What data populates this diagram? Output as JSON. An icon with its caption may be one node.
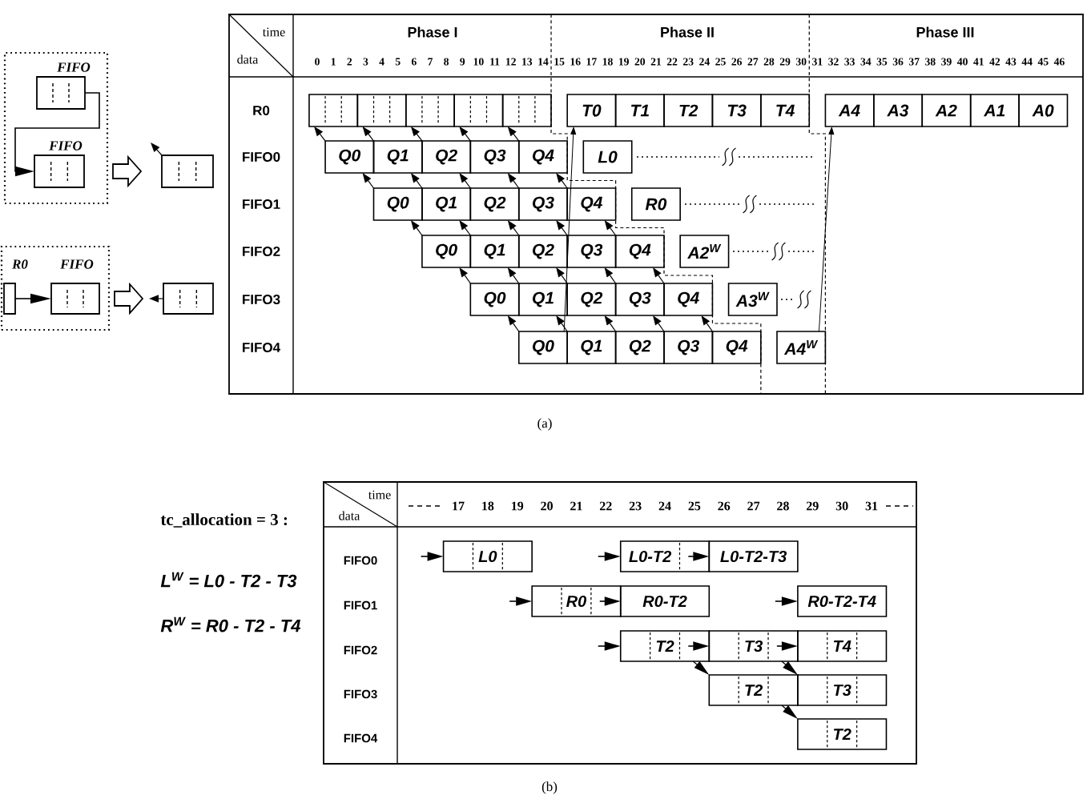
{
  "diagram": {
    "nodes": [
      {
        "text": [],
        "shape": "box"
      },
      {
        "text": [
          "FIFO"
        ],
        "in": 0
      },
      {
        "text": [
          "FIFO"
        ],
        "in": 0
      },
      {
        "text": [],
        "shape": "box"
      },
      {
        "text": [],
        "shape": "box"
      },
      {
        "text": [
          "R0"
        ],
        "in": 4
      },
      {
        "text": [
          "FIFO"
        ],
        "in": 4
      },
      {
        "text": [],
        "shape": "box"
      },
      {
        "text": [],
        "shape": "box"
      },
      {
        "text": [],
        "shape": "box"
      },
      {
        "text": [],
        "shape": "box"
      },
      {
        "text": [],
        "shape": "box"
      },
      {
        "text": [],
        "shape": "box"
      },
      {
        "text": [
          "T0"
        ]
      },
      {
        "text": [
          "T1"
        ]
      },
      {
        "text": [
          "T2"
        ]
      },
      {
        "text": [
          "T3"
        ]
      },
      {
        "text": [
          "T4"
        ]
      },
      {
        "text": [
          "A4"
        ]
      },
      {
        "text": [
          "A3"
        ]
      },
      {
        "text": [
          "A2"
        ]
      },
      {
        "text": [
          "A1"
        ]
      },
      {
        "text": [
          "A0"
        ]
      },
      {
        "text": [
          "Q0"
        ]
      },
      {
        "text": [
          "Q1"
        ]
      },
      {
        "text": [
          "Q2"
        ]
      },
      {
        "text": [
          "Q3"
        ]
      },
      {
        "text": [
          "Q4"
        ]
      },
      {
        "text": [
          "L0"
        ]
      },
      {
        "text": [
          "Q0"
        ]
      },
      {
        "text": [
          "Q1"
        ]
      },
      {
        "text": [
          "Q2"
        ]
      },
      {
        "text": [
          "Q3"
        ]
      },
      {
        "text": [
          "Q4"
        ]
      },
      {
        "text": [
          "R0"
        ]
      },
      {
        "text": [
          "Q0"
        ]
      },
      {
        "text": [
          "Q1"
        ]
      },
      {
        "text": [
          "Q2"
        ]
      },
      {
        "text": [
          "Q3"
        ]
      },
      {
        "text": [
          "Q4"
        ]
      },
      {
        "text": [
          "A2$^{W}$"
        ]
      },
      {
        "text": [
          "Q0"
        ]
      },
      {
        "text": [
          "Q1"
        ]
      },
      {
        "text": [
          "Q2"
        ]
      },
      {
        "text": [
          "Q3"
        ]
      },
      {
        "text": [
          "Q4"
        ]
      },
      {
        "text": [
          "A3$^{W}$"
        ]
      },
      {
        "text": [
          "Q0"
        ]
      },
      {
        "text": [
          "Q1"
        ]
      },
      {
        "text": [
          "Q2"
        ]
      },
      {
        "text": [
          "Q3"
        ]
      },
      {
        "text": [
          "Q4"
        ]
      },
      {
        "text": [
          "A4$^{W}$"
        ]
      },
      {
        "text": [
          "L0"
        ]
      },
      {
        "text": [
          "L0-T2"
        ]
      },
      {
        "text": [
          "L0-T2-T3"
        ]
      },
      {
        "text": [
          "R0"
        ]
      },
      {
        "text": [
          "R0-T2"
        ]
      },
      {
        "text": [
          "R0-T2-T4"
        ]
      },
      {
        "text": [
          "T2"
        ]
      },
      {
        "text": [
          "T3"
        ]
      },
      {
        "text": [
          "T4"
        ]
      },
      {
        "text": [
          "T2"
        ]
      },
      {
        "text": [
          "T3"
        ]
      },
      {
        "text": [
          "T2"
        ]
      }
    ],
    "edges": [
      {
        "from": 1,
        "to": 2,
        "arrow": "to"
      },
      {
        "from": 0,
        "to": 3,
        "arrow": "to"
      },
      {
        "from": 3,
        "to": null,
        "arrow": "to"
      },
      {
        "from": 5,
        "to": 6,
        "arrow": "to"
      },
      {
        "from": 4,
        "to": 7,
        "arrow": "to"
      },
      {
        "from": 7,
        "to": null,
        "arrow": "to"
      },
      {
        "from": 23,
        "to": 8,
        "arrow": "to"
      },
      {
        "from": 24,
        "to": 9,
        "arrow": "to"
      },
      {
        "from": 25,
        "to": 10,
        "arrow": "to"
      },
      {
        "from": 26,
        "to": 11,
        "arrow": "to"
      },
      {
        "from": 27,
        "to": 12,
        "arrow": "to"
      },
      {
        "from": 29,
        "to": 23,
        "arrow": "to"
      },
      {
        "from": 30,
        "to": 24,
        "arrow": "to"
      },
      {
        "from": 31,
        "to": 25,
        "arrow": "to"
      },
      {
        "from": 32,
        "to": 26,
        "arrow": "to"
      },
      {
        "from": 33,
        "to": 27,
        "arrow": "to"
      },
      {
        "from": 35,
        "to": 29,
        "arrow": "to"
      },
      {
        "from": 36,
        "to": 30,
        "arrow": "to"
      },
      {
        "from": 37,
        "to": 31,
        "arrow": "to"
      },
      {
        "from": 38,
        "to": 32,
        "arrow": "to"
      },
      {
        "from": 39,
        "to": 33,
        "arrow": "to"
      },
      {
        "from": 41,
        "to": 35,
        "arrow": "to"
      },
      {
        "from": 42,
        "to": 36,
        "arrow": "to"
      },
      {
        "from": 43,
        "to": 37,
        "arrow": "to"
      },
      {
        "from": 44,
        "to": 38,
        "arrow": "to"
      },
      {
        "from": 45,
        "to": 39,
        "arrow": "to"
      },
      {
        "from": 47,
        "to": 41,
        "arrow": "to"
      },
      {
        "from": 48,
        "to": 42,
        "arrow": "to"
      },
      {
        "from": 49,
        "to": 43,
        "arrow": "to"
      },
      {
        "from": 50,
        "to": 44,
        "arrow": "to"
      },
      {
        "from": 51,
        "to": 45,
        "arrow": "to"
      },
      {
        "from": 47,
        "to": 13,
        "arrow": "to"
      },
      {
        "from": 52,
        "to": 18,
        "arrow": "to"
      },
      {
        "from": null,
        "to": 53,
        "arrow": "to"
      },
      {
        "from": null,
        "to": 54,
        "arrow": "to"
      },
      {
        "from": 54,
        "to": 55,
        "arrow": "to"
      },
      {
        "from": null,
        "to": 56,
        "arrow": "to"
      },
      {
        "from": 56,
        "to": 57,
        "arrow": "to"
      },
      {
        "from": null,
        "to": 58,
        "arrow": "to"
      },
      {
        "from": null,
        "to": 59,
        "arrow": "to"
      },
      {
        "from": 59,
        "to": 60,
        "arrow": "to"
      },
      {
        "from": 60,
        "to": 61,
        "arrow": "to"
      },
      {
        "from": 59,
        "to": 62,
        "arrow": "to"
      },
      {
        "from": 60,
        "to": 63,
        "arrow": "to"
      },
      {
        "from": 62,
        "to": 64,
        "arrow": "to"
      }
    ],
    "labels": [
      "time",
      "data",
      "Phase I",
      "Phase II",
      "Phase III",
      "0",
      "1",
      "2",
      "3",
      "4",
      "5",
      "6",
      "7",
      "8",
      "9",
      "10",
      "11",
      "12",
      "13",
      "14",
      "15",
      "16",
      "17",
      "18",
      "19",
      "20",
      "21",
      "22",
      "23",
      "24",
      "25",
      "26",
      "27",
      "28",
      "29",
      "30",
      "31",
      "32",
      "33",
      "34",
      "35",
      "36",
      "37",
      "38",
      "39",
      "40",
      "41",
      "42",
      "43",
      "44",
      "45",
      "46",
      "R0",
      "FIFO0",
      "FIFO1",
      "FIFO2",
      "FIFO3",
      "FIFO4",
      "(a)",
      "tc_allocation = 3 :",
      "L$^{W}$ = L0 - T2 - T3",
      "R$^{W}$ = R0 - T2 - T4",
      "time",
      "data",
      "17",
      "18",
      "19",
      "20",
      "21",
      "22",
      "23",
      "24",
      "25",
      "26",
      "27",
      "28",
      "29",
      "30",
      "31",
      "FIFO0",
      "FIFO1",
      "FIFO2",
      "FIFO3",
      "FIFO4",
      "(b)"
    ]
  }
}
